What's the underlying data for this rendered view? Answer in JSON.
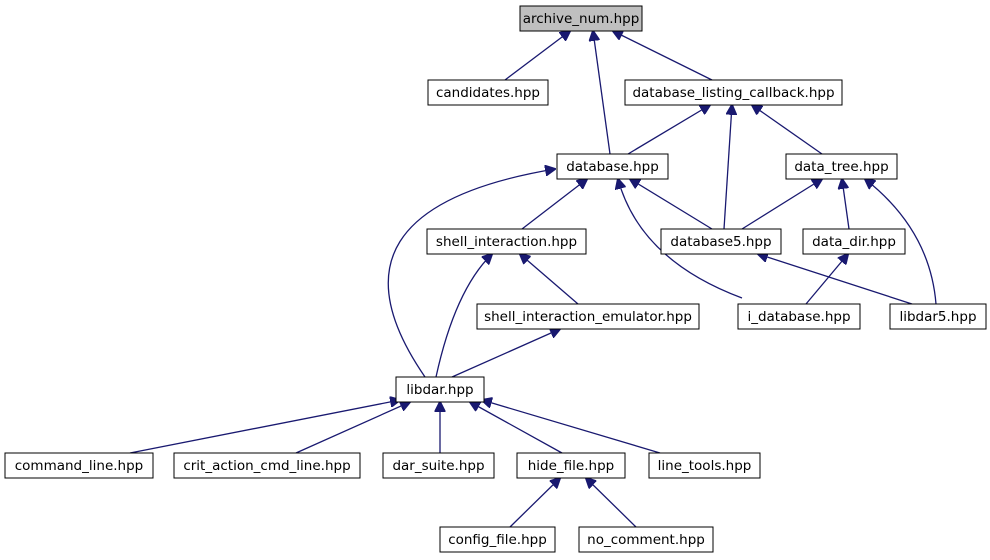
{
  "diagram": {
    "type": "include-dependency-graph",
    "edge_color": "#191970",
    "root_fill": "#bfbfbf",
    "node_fill": "#ffffff",
    "nodes": [
      {
        "id": "archive_num",
        "label": "archive_num.hpp",
        "root": true
      },
      {
        "id": "candidates",
        "label": "candidates.hpp"
      },
      {
        "id": "database_listing_callback",
        "label": "database_listing_callback.hpp"
      },
      {
        "id": "database",
        "label": "database.hpp"
      },
      {
        "id": "data_tree",
        "label": "data_tree.hpp"
      },
      {
        "id": "shell_interaction",
        "label": "shell_interaction.hpp"
      },
      {
        "id": "database5",
        "label": "database5.hpp"
      },
      {
        "id": "data_dir",
        "label": "data_dir.hpp"
      },
      {
        "id": "shell_interaction_emulator",
        "label": "shell_interaction_emulator.hpp"
      },
      {
        "id": "i_database",
        "label": "i_database.hpp"
      },
      {
        "id": "libdar5",
        "label": "libdar5.hpp"
      },
      {
        "id": "libdar",
        "label": "libdar.hpp"
      },
      {
        "id": "command_line",
        "label": "command_line.hpp"
      },
      {
        "id": "crit_action_cmd_line",
        "label": "crit_action_cmd_line.hpp"
      },
      {
        "id": "dar_suite",
        "label": "dar_suite.hpp"
      },
      {
        "id": "hide_file",
        "label": "hide_file.hpp"
      },
      {
        "id": "line_tools",
        "label": "line_tools.hpp"
      },
      {
        "id": "config_file",
        "label": "config_file.hpp"
      },
      {
        "id": "no_comment",
        "label": "no_comment.hpp"
      }
    ],
    "edges": [
      {
        "from": "candidates",
        "to": "archive_num"
      },
      {
        "from": "database_listing_callback",
        "to": "archive_num"
      },
      {
        "from": "database",
        "to": "archive_num"
      },
      {
        "from": "database",
        "to": "database_listing_callback"
      },
      {
        "from": "data_tree",
        "to": "database_listing_callback"
      },
      {
        "from": "database5",
        "to": "database_listing_callback"
      },
      {
        "from": "shell_interaction",
        "to": "database"
      },
      {
        "from": "database5",
        "to": "database"
      },
      {
        "from": "i_database",
        "to": "database"
      },
      {
        "from": "libdar",
        "to": "database"
      },
      {
        "from": "database5",
        "to": "data_tree"
      },
      {
        "from": "data_dir",
        "to": "data_tree"
      },
      {
        "from": "libdar5",
        "to": "data_tree"
      },
      {
        "from": "shell_interaction_emulator",
        "to": "shell_interaction"
      },
      {
        "from": "libdar",
        "to": "shell_interaction"
      },
      {
        "from": "libdar5",
        "to": "database5"
      },
      {
        "from": "i_database",
        "to": "data_dir"
      },
      {
        "from": "libdar",
        "to": "shell_interaction_emulator"
      },
      {
        "from": "command_line",
        "to": "libdar"
      },
      {
        "from": "crit_action_cmd_line",
        "to": "libdar"
      },
      {
        "from": "dar_suite",
        "to": "libdar"
      },
      {
        "from": "hide_file",
        "to": "libdar"
      },
      {
        "from": "line_tools",
        "to": "libdar"
      },
      {
        "from": "config_file",
        "to": "hide_file"
      },
      {
        "from": "no_comment",
        "to": "hide_file"
      }
    ]
  }
}
